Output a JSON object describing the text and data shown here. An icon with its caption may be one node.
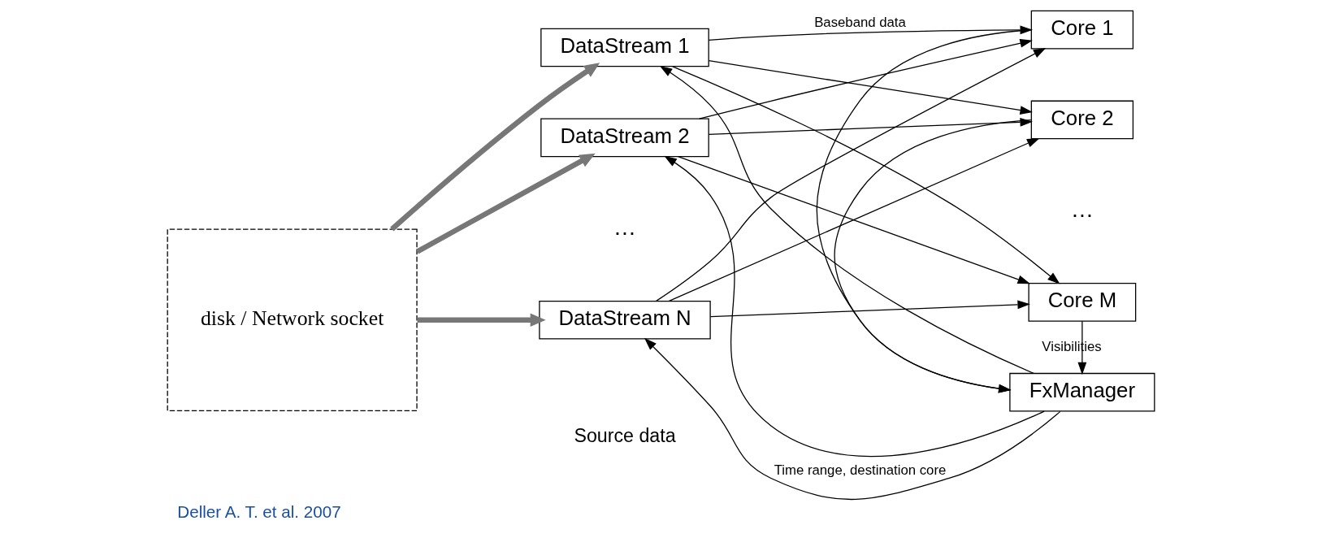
{
  "diagram": {
    "caption": "Deller A. T. et al. 2007",
    "nodes": [
      {
        "text": [
          "disk / Network socket"
        ]
      },
      {
        "text": [
          "DataStream 1"
        ]
      },
      {
        "text": [
          "DataStream 2"
        ]
      },
      {
        "text": [
          "DataStream N"
        ]
      },
      {
        "text": [
          "Core 1"
        ]
      },
      {
        "text": [
          "Core 2"
        ]
      },
      {
        "text": [
          "Core M"
        ]
      },
      {
        "text": [
          "FxManager"
        ]
      }
    ],
    "edges": [
      {
        "from": 0,
        "to": 1,
        "arrow": "to",
        "style": "thick",
        "color": "#777777"
      },
      {
        "from": 0,
        "to": 2,
        "arrow": "to",
        "style": "thick",
        "color": "#777777"
      },
      {
        "from": 0,
        "to": 3,
        "arrow": "to",
        "style": "thick",
        "color": "#777777"
      },
      {
        "from": 1,
        "to": 4,
        "arrow": "to",
        "label": "Baseband data"
      },
      {
        "from": 1,
        "to": 5,
        "arrow": "to"
      },
      {
        "from": 1,
        "to": 6,
        "arrow": "to"
      },
      {
        "from": 2,
        "to": 4,
        "arrow": "to"
      },
      {
        "from": 2,
        "to": 5,
        "arrow": "to"
      },
      {
        "from": 2,
        "to": 6,
        "arrow": "to"
      },
      {
        "from": 3,
        "to": 4,
        "arrow": "to"
      },
      {
        "from": 3,
        "to": 5,
        "arrow": "to"
      },
      {
        "from": 3,
        "to": 6,
        "arrow": "to"
      },
      {
        "from": 7,
        "to": 1,
        "arrow": "to"
      },
      {
        "from": 7,
        "to": 2,
        "arrow": "to"
      },
      {
        "from": 7,
        "to": 3,
        "arrow": "to",
        "label": "Time range, destination core"
      },
      {
        "from": 4,
        "to": 7,
        "arrow": "to"
      },
      {
        "from": 5,
        "to": 7,
        "arrow": "to"
      },
      {
        "from": 6,
        "to": 7,
        "arrow": "to",
        "label": "Visibilities"
      }
    ],
    "labels": [
      "Source data",
      "…",
      "…"
    ]
  }
}
